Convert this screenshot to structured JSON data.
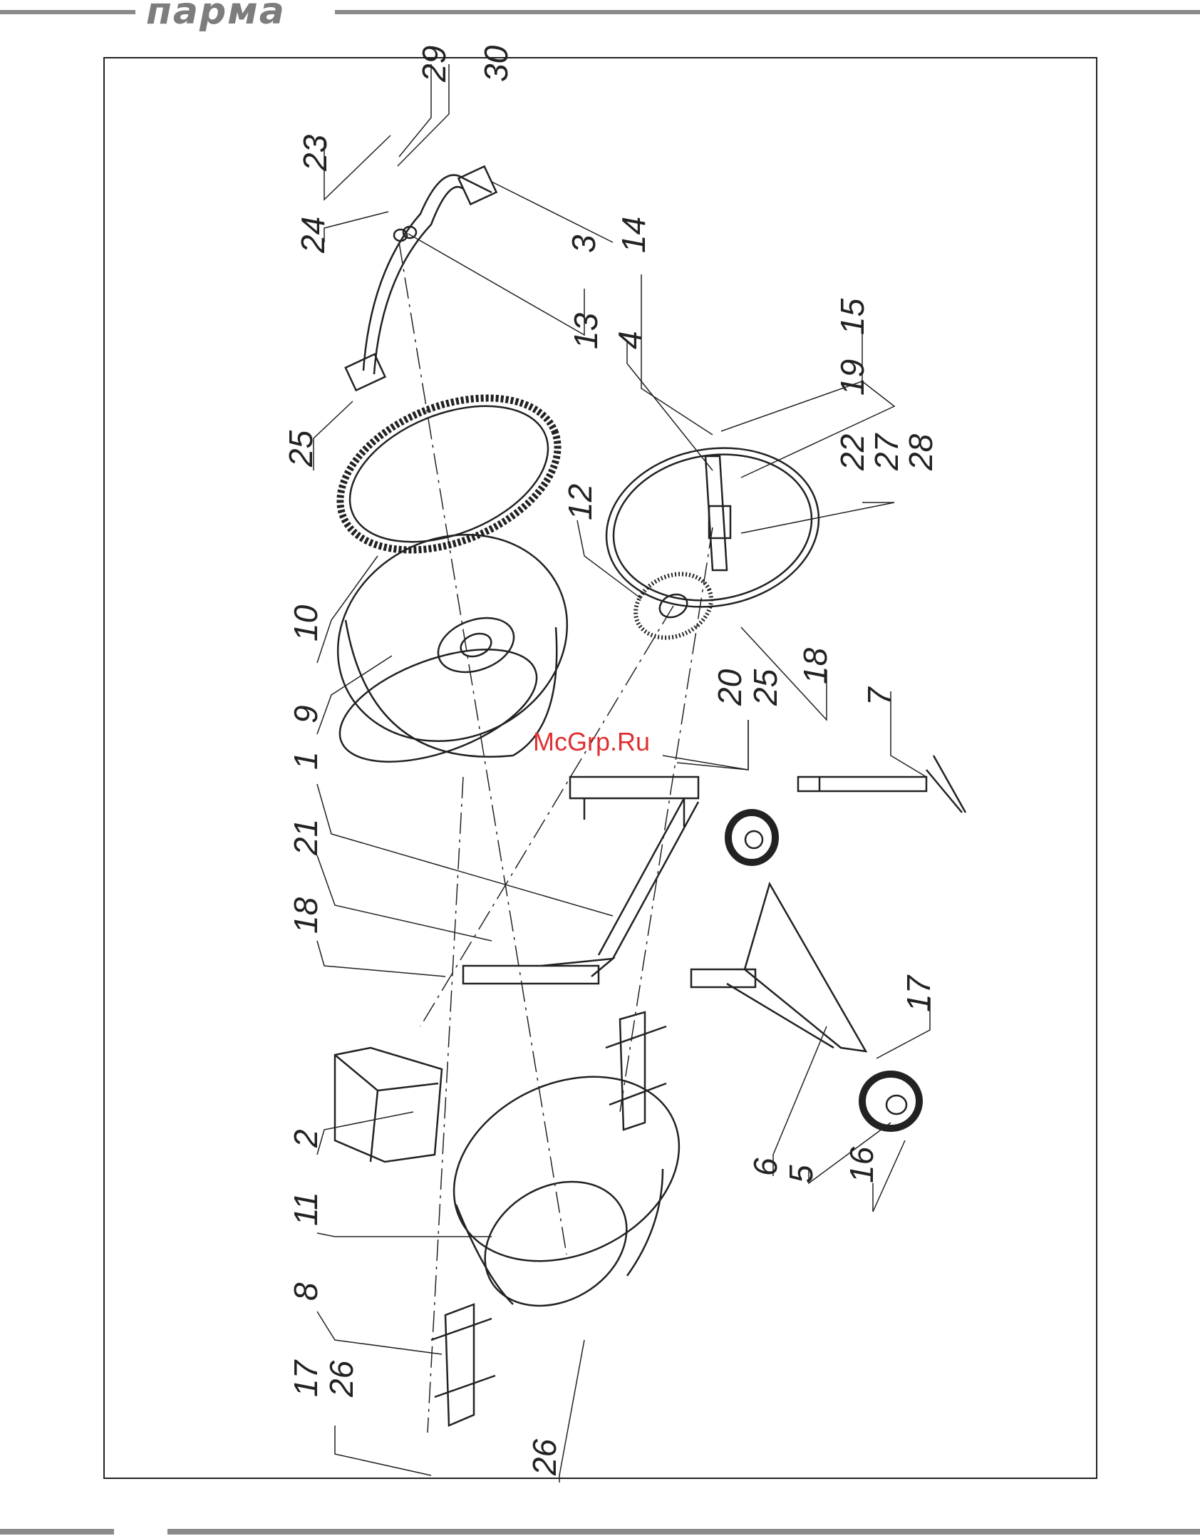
{
  "header": {
    "brand": "парма"
  },
  "watermark": "McGrp.Ru",
  "callouts": [
    {
      "id": "c29",
      "text": "29"
    },
    {
      "id": "c30",
      "text": "30"
    },
    {
      "id": "c23",
      "text": "23"
    },
    {
      "id": "c24",
      "text": "24"
    },
    {
      "id": "c3",
      "text": "3"
    },
    {
      "id": "c14",
      "text": "14"
    },
    {
      "id": "c13",
      "text": "13"
    },
    {
      "id": "c4",
      "text": "4"
    },
    {
      "id": "c15",
      "text": "15"
    },
    {
      "id": "c19",
      "text": "19"
    },
    {
      "id": "c22",
      "text": "22"
    },
    {
      "id": "c27",
      "text": "27"
    },
    {
      "id": "c28",
      "text": "28"
    },
    {
      "id": "c25a",
      "text": "25"
    },
    {
      "id": "c12",
      "text": "12"
    },
    {
      "id": "c10",
      "text": "10"
    },
    {
      "id": "c9",
      "text": "9"
    },
    {
      "id": "c18a",
      "text": "18"
    },
    {
      "id": "c20",
      "text": "20"
    },
    {
      "id": "c25b",
      "text": "25"
    },
    {
      "id": "c7",
      "text": "7"
    },
    {
      "id": "c1",
      "text": "1"
    },
    {
      "id": "c21",
      "text": "21"
    },
    {
      "id": "c18b",
      "text": "18"
    },
    {
      "id": "c17a",
      "text": "17"
    },
    {
      "id": "c2",
      "text": "2"
    },
    {
      "id": "c6",
      "text": "6"
    },
    {
      "id": "c5",
      "text": "5"
    },
    {
      "id": "c16",
      "text": "16"
    },
    {
      "id": "c11",
      "text": "11"
    },
    {
      "id": "c8",
      "text": "8"
    },
    {
      "id": "c17b",
      "text": "17"
    },
    {
      "id": "c26a",
      "text": "26"
    },
    {
      "id": "c26b",
      "text": "26"
    }
  ]
}
